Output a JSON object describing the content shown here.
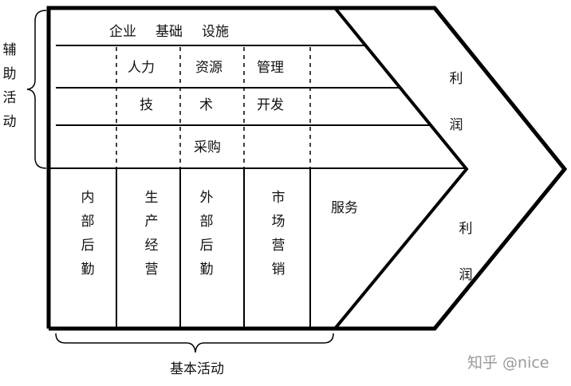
{
  "support": {
    "group_label": "辅助活动",
    "rows": {
      "infrastructure": [
        "企业",
        "基础",
        "设施"
      ],
      "hr": [
        "人力",
        "资源",
        "管理"
      ],
      "tech": [
        "技",
        "术",
        "开发"
      ],
      "procurement": "采购"
    }
  },
  "primary": {
    "group_label": "基本活动",
    "activities": [
      "内部后勤",
      "生产经营",
      "外部后勤",
      "市场营销",
      "服务"
    ]
  },
  "margin": {
    "upper": "利润",
    "lower": "利润"
  },
  "watermark": "知乎 @nice"
}
